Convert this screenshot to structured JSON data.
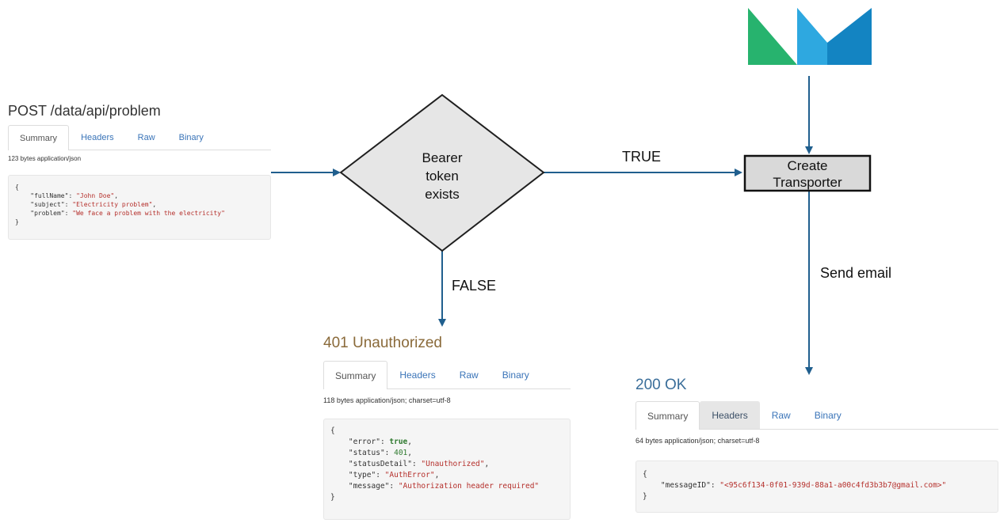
{
  "request": {
    "title": "POST /data/api/problem",
    "tabs": [
      "Summary",
      "Headers",
      "Raw",
      "Binary"
    ],
    "meta": "123 bytes application/json",
    "json": [
      {
        "key": "fullName",
        "value": "\"John Doe\""
      },
      {
        "key": "subject",
        "value": "\"Electricity problem\""
      },
      {
        "key": "problem",
        "value": "\"We face a problem with the electricity\""
      }
    ]
  },
  "decision": {
    "line1": "Bearer",
    "line2": "token",
    "line3": "exists"
  },
  "edge_labels": {
    "true": "TRUE",
    "false": "FALSE",
    "send_email": "Send email"
  },
  "transporter": {
    "line1": "Create",
    "line2": "Transporter"
  },
  "unauthorized": {
    "title": "401 Unauthorized",
    "tabs": [
      "Summary",
      "Headers",
      "Raw",
      "Binary"
    ],
    "meta": "118 bytes application/json; charset=utf-8",
    "json": [
      {
        "key": "error",
        "value": "true"
      },
      {
        "key": "status",
        "value": "401"
      },
      {
        "key": "statusDetail",
        "value": "\"Unauthorized\""
      },
      {
        "key": "type",
        "value": "\"AuthError\""
      },
      {
        "key": "message",
        "value": "\"Authorization header required\""
      }
    ]
  },
  "ok": {
    "title": "200 OK",
    "tabs": [
      "Summary",
      "Headers",
      "Raw",
      "Binary"
    ],
    "meta": "64 bytes application/json; charset=utf-8",
    "json": [
      {
        "key": "messageID",
        "value": "\"<95c6f134-0f01-939d-88a1-a00c4fd3b3b7@gmail.com>\""
      }
    ]
  },
  "colors": {
    "arrow": "#205f8e",
    "decision_fill": "#e6e6e6",
    "transporter_fill": "#d9d9d9",
    "logo_green": "#27b36e",
    "logo_blue_light": "#2ea8e0",
    "logo_blue_dark": "#1384c2",
    "title_401": "#8a6a3a",
    "title_200": "#3a6e9a"
  },
  "icons": {
    "logo": "brand-logo-icon"
  }
}
